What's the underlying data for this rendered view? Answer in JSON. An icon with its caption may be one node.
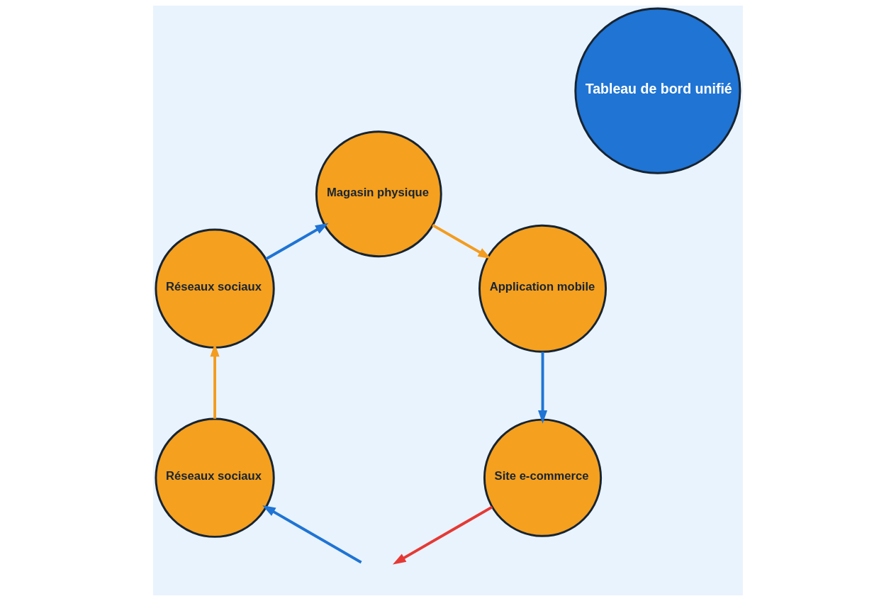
{
  "diagram": {
    "nodes": [
      {
        "text": [
          "Magasin physique"
        ]
      },
      {
        "text": [
          "Réseaux sociaux"
        ]
      },
      {
        "text": [
          "Application mobile"
        ]
      },
      {
        "text": [
          "Tableau de bord unifié"
        ]
      },
      {
        "text": [
          "Réseaux sociaux"
        ]
      },
      {
        "text": [
          "Site e-commerce"
        ]
      }
    ],
    "edges": [
      {
        "from": 1,
        "to": 0,
        "arrow": "to"
      },
      {
        "from": 0,
        "to": 2,
        "arrow": "to",
        "color": "#f39c1f"
      },
      {
        "from": 2,
        "to": 5,
        "arrow": "to"
      },
      {
        "from": 5,
        "to": null,
        "arrow": "to",
        "color": "#e53935"
      },
      {
        "from": null,
        "to": 4,
        "arrow": "to"
      },
      {
        "from": 4,
        "to": 1,
        "arrow": "to",
        "color": "#f39c1f"
      }
    ]
  }
}
